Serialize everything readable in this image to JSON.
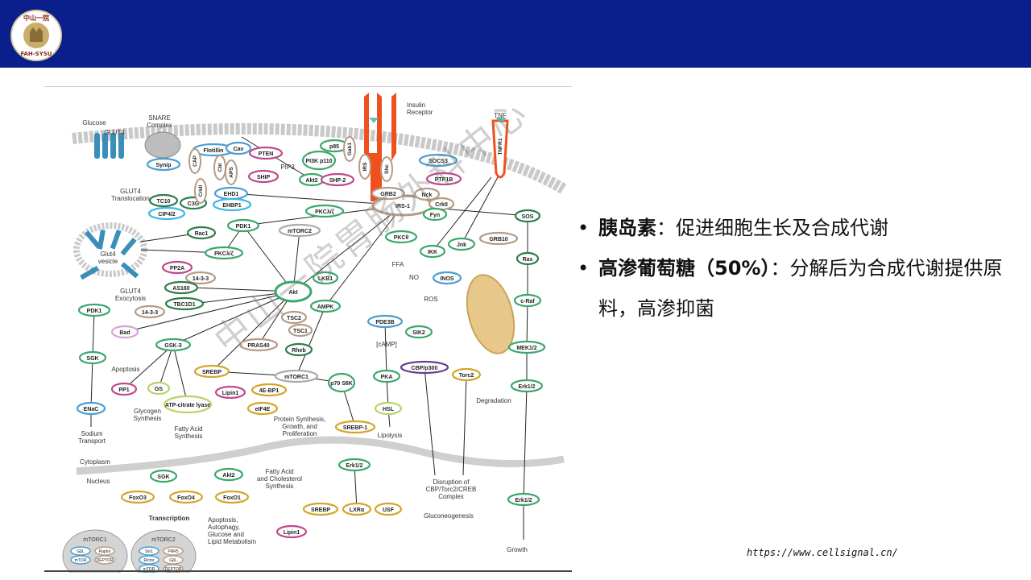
{
  "header": {
    "logo_text_top": "中山一院",
    "logo_text_bottom": "FAH-SYSU"
  },
  "colors": {
    "header_bg": "#0a1f8c",
    "green": "#3aa86b",
    "pink": "#c0488f",
    "blue": "#4a9fd0",
    "tan": "#b59c86",
    "gold": "#d4a52a",
    "receptor": "#f0501e"
  },
  "diagram": {
    "nodes": [
      "Flotillin",
      "Cav",
      "PTEN",
      "SHIP",
      "p85",
      "PI3K p110",
      "Akt2",
      "SHP-2",
      "SOCS3",
      "PTP1B",
      "GRB2",
      "Nck",
      "CrkII",
      "Fyn",
      "IRS-1",
      "Synip",
      "TC10",
      "CIP4/2",
      "C3G",
      "EHD1",
      "EHBP1",
      "Rac1",
      "PDK1",
      "mTORC2",
      "PKCλ/ζ",
      "PKCλ/ζ",
      "PP2A",
      "14-3-3",
      "AS160",
      "TBC1D1",
      "14-3-3",
      "Akt",
      "LKB1",
      "AMPK",
      "TSC2",
      "TSC1",
      "Rheb",
      "PRAS40",
      "mTORC1",
      "SREBP",
      "Lipin1",
      "4E-BP1",
      "eIF4E",
      "p70 S6K",
      "PKCθ",
      "IKK",
      "Jnk",
      "INOS",
      "GRB10",
      "SOS",
      "Ras",
      "c-Raf",
      "MEK1/2",
      "Erk1/2",
      "Erk1/2",
      "PDE3B",
      "SIK2",
      "CBP/p300",
      "Torc2",
      "PKA",
      "HSL",
      "SREBP-1",
      "Erk1/2",
      "LXRα",
      "USF",
      "SREBP",
      "Lipin1",
      "PDK1",
      "SGK",
      "ENaC",
      "Bad",
      "GSK-3",
      "PP1",
      "GS",
      "ATP-citrate lyase",
      "SGK",
      "Akt2",
      "FoxO3",
      "FoxO4",
      "FoxO1"
    ],
    "vertical_nodes": [
      "CAP",
      "Cbl",
      "APS",
      "CrkII",
      "Gab1",
      "IRS",
      "Shc",
      "TNFR1"
    ],
    "labels": [
      [
        "Glucose"
      ],
      [
        "GLUT4"
      ],
      [
        "SNARE",
        "Complex"
      ],
      [
        "Insulin",
        "Receptor"
      ],
      [
        "TNF"
      ],
      [
        "GLUT4",
        "Translocation"
      ],
      [
        "Glut4",
        "vesicle"
      ],
      [
        "GLUT4",
        "Exocytosis"
      ],
      [
        "Apoptosis"
      ],
      [
        "Glycogen",
        "Synthesis"
      ],
      [
        "Fatty Acid",
        "Synthesis"
      ],
      [
        "Sodium",
        "Transport"
      ],
      [
        "Cytoplasm"
      ],
      [
        "Nucleus"
      ],
      [
        "Transcription"
      ],
      [
        "Apoptosis,",
        "Autophagy,",
        "Glucose and",
        "Lipid Metabolism"
      ],
      [
        "Protein Synthesis,",
        "Growth, and",
        "Proliferation"
      ],
      [
        "Fatty Acid",
        "and Cholesterol",
        "Synthesis"
      ],
      [
        "FFA"
      ],
      [
        "NO"
      ],
      [
        "ROS"
      ],
      [
        "[cAMP]"
      ],
      [
        "Lipolysis"
      ],
      [
        "Degradation"
      ],
      [
        "Disruption of",
        "CBP/Torc2/CREB",
        "Complex"
      ],
      [
        "Gluconeogenesis"
      ],
      [
        "Growth"
      ],
      [
        "PIP3"
      ]
    ],
    "complexes": [
      {
        "title": "mTORC1",
        "parts": [
          "GβL",
          "Raptor",
          "mTOR",
          "DEPTOR"
        ]
      },
      {
        "title": "mTORC2",
        "parts": [
          "Sin1",
          "PRR5",
          "Rictor",
          "GβL",
          "mTOR",
          "DEPTOR"
        ]
      }
    ]
  },
  "bullets": [
    {
      "bold": "胰岛素",
      "text": "：促进细胞生长及合成代谢"
    },
    {
      "bold": "高渗葡萄糖（50%）",
      "text": "：分解后为合成代谢提供原料，高渗抑菌"
    }
  ],
  "url": "https://www.cellsignal.cn/",
  "watermark": "中山一院胃肠外科中心"
}
